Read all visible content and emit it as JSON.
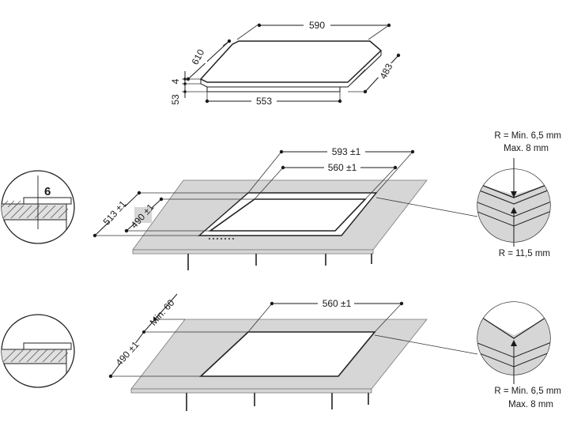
{
  "hob": {
    "width": "590",
    "depth": "610",
    "side_depth": "483",
    "bottom_width": "553",
    "thickness_top": "4",
    "thickness_total": "53"
  },
  "cutout_flush": {
    "outer_width": "593 ±1",
    "inner_width": "560 ±1",
    "outer_depth": "513 ±1",
    "inner_depth": "490 ±1",
    "detail_depth": "6",
    "corner_top_label": "R = Min. 6,5 mm",
    "corner_top_label2": "Max. 8 mm",
    "corner_bottom_label": "R = 11,5 mm"
  },
  "cutout_standard": {
    "width": "560 ±1",
    "depth": "490 ±1",
    "min_distance": "Min. 60",
    "corner_label": "R = Min. 6,5 mm",
    "corner_label2": "Max. 8 mm"
  }
}
